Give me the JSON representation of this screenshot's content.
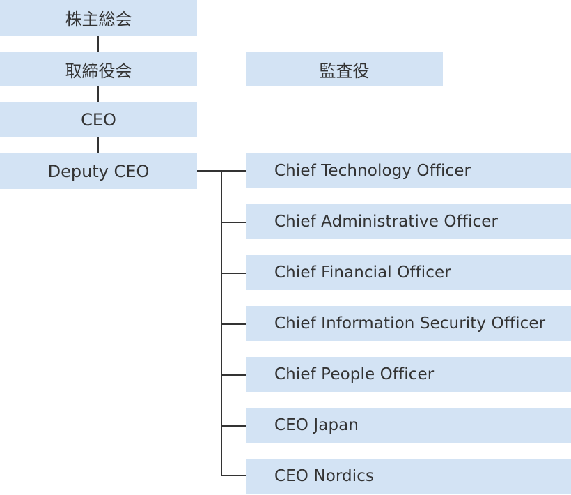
{
  "org_chart": {
    "shareholders_meeting": "株主総会",
    "board_of_directors": "取締役会",
    "auditor": "監査役",
    "ceo": "CEO",
    "deputy_ceo": "Deputy CEO",
    "officers": [
      "Chief Technology Officer",
      "Chief Administrative Officer",
      "Chief Financial Officer",
      "Chief Information Security Officer",
      "Chief People Officer",
      "CEO Japan",
      "CEO Nordics"
    ]
  }
}
